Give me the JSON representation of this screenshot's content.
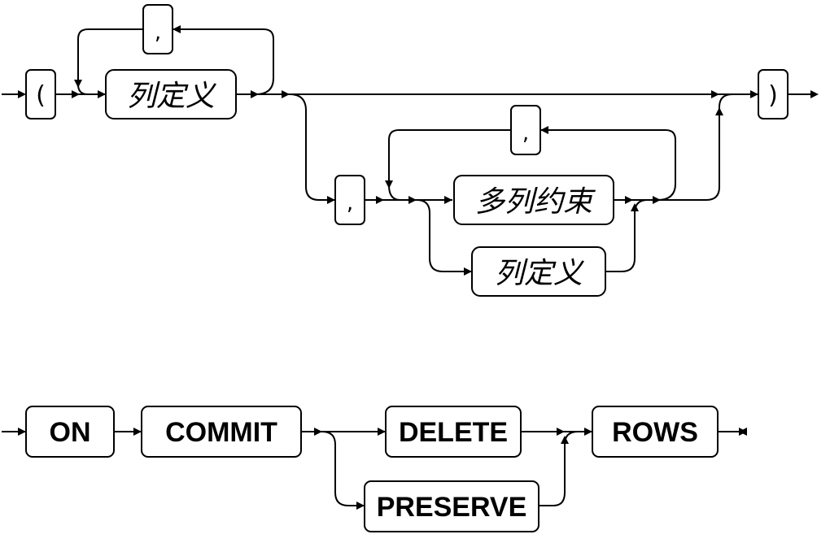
{
  "diagram_top": {
    "open_paren": "(",
    "close_paren": ")",
    "column_def": "列定义",
    "repeat_comma": ",",
    "separator_comma": ",",
    "constraint_comma": ",",
    "multi_column_constraint": "多列约束",
    "column_def_alt": "列定义"
  },
  "diagram_bottom": {
    "on": "ON",
    "commit": "COMMIT",
    "delete": "DELETE",
    "preserve": "PRESERVE",
    "rows": "ROWS"
  }
}
